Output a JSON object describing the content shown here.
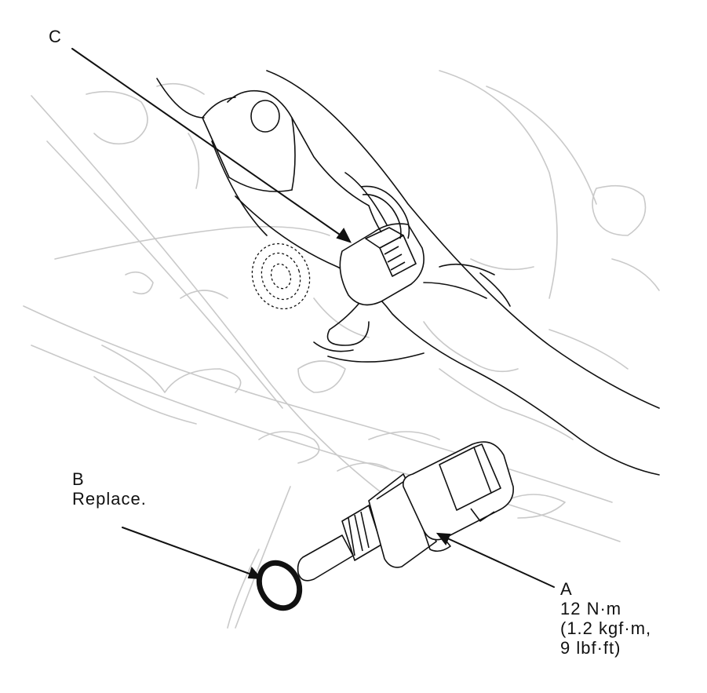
{
  "colors": {
    "line_dark": "#111111",
    "line_light": "#c9c9c9",
    "background": "#ffffff"
  },
  "callouts": {
    "c": {
      "letter": "C"
    },
    "b": {
      "letter": "B",
      "note": "Replace."
    },
    "a": {
      "letter": "A",
      "torque_line1": "12 N·m",
      "torque_line2": "(1.2 kgf·m,",
      "torque_line3": "9 lbf·ft)"
    }
  }
}
